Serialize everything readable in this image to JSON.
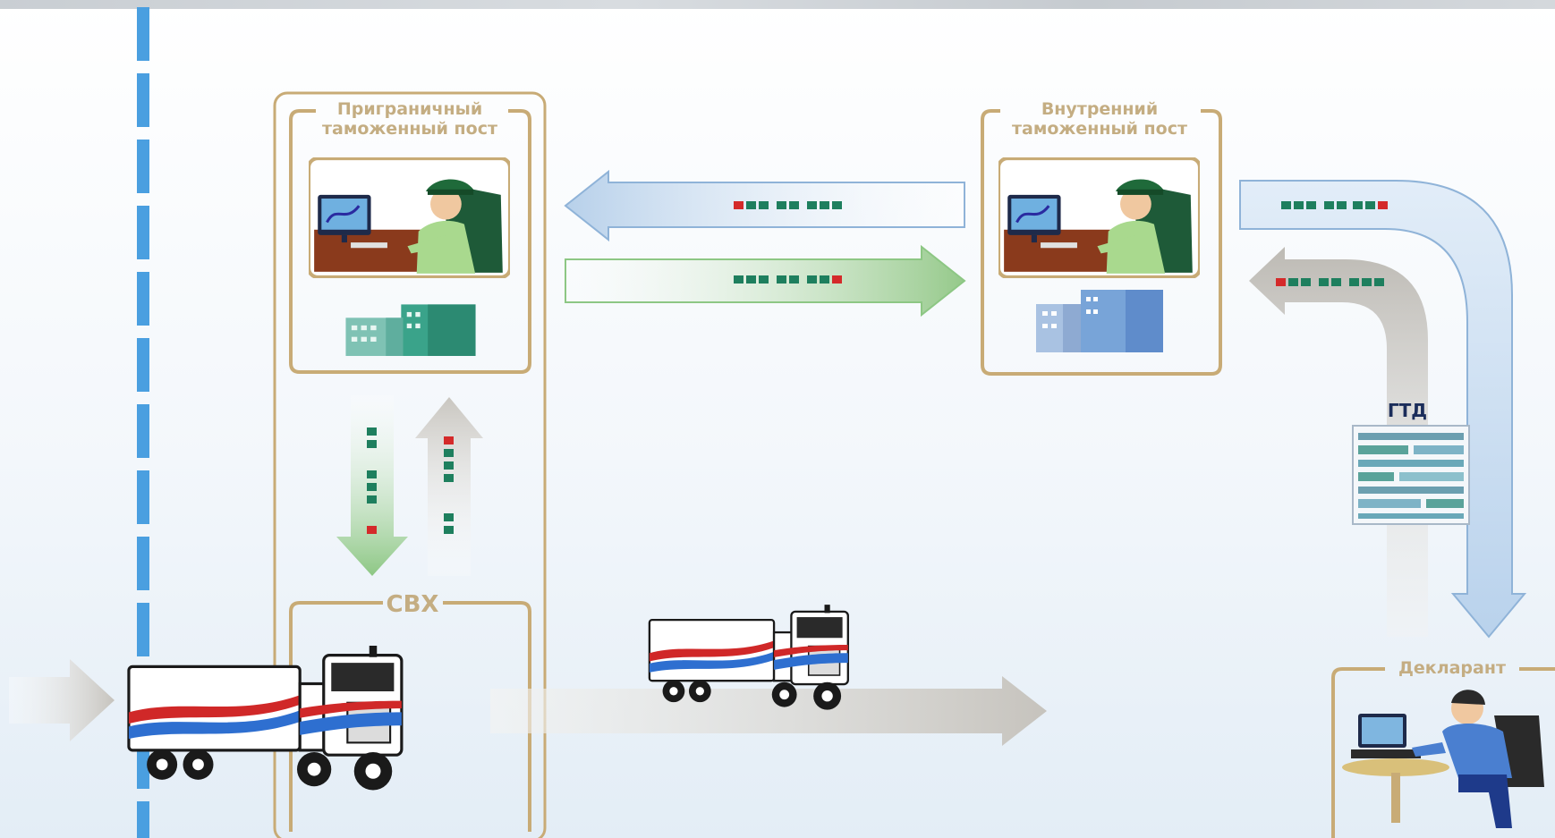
{
  "labels": {
    "border_post_line1": "Приграничный",
    "border_post_line2": "таможенный пост",
    "inland_post_line1": "Внутренний",
    "inland_post_line2": "таможенный пост",
    "svx": "СВХ",
    "gtd": "ГТД",
    "declarant": "Декларант"
  },
  "colors": {
    "frame": "#c8ab76",
    "border_line": "#4a9fe0",
    "blue_arrow": "#c7dcef",
    "green_arrow": "#9ccc8f",
    "gray_arrow": "#cfcdc8",
    "code_green": "#1e7f5e",
    "code_red": "#d42a2a"
  },
  "icons": [
    "customs-officer-icon",
    "customs-building-icon",
    "truck-icon",
    "declaration-form-icon",
    "declarant-person-icon"
  ]
}
